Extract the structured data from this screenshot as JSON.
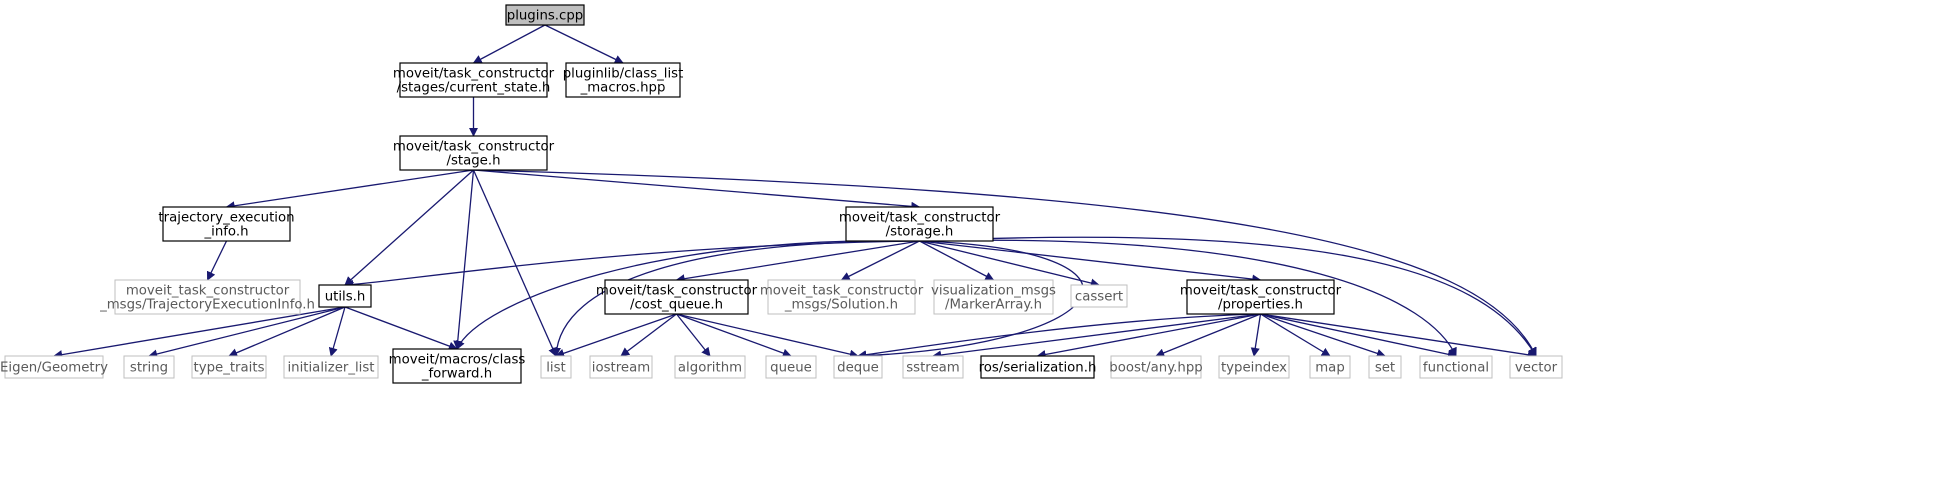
{
  "colors": {
    "edge": "#191970",
    "root_fill": "#bfbfbf",
    "local_border": "#000000",
    "system_border": "#bfbfbf",
    "system_text": "#5a5a5a"
  },
  "nodes": {
    "plugins_cpp": {
      "lines": [
        "plugins.cpp"
      ],
      "kind": "root"
    },
    "current_state": {
      "lines": [
        "moveit/task_constructor",
        "/stages/current_state.h"
      ],
      "kind": "local"
    },
    "class_list_macros": {
      "lines": [
        "pluginlib/class_list",
        "_macros.hpp"
      ],
      "kind": "local"
    },
    "stage_h": {
      "lines": [
        "moveit/task_constructor",
        "/stage.h"
      ],
      "kind": "local"
    },
    "trajectory_execution_info": {
      "lines": [
        "trajectory_execution",
        "_info.h"
      ],
      "kind": "local"
    },
    "storage_h": {
      "lines": [
        "moveit/task_constructor",
        "/storage.h"
      ],
      "kind": "local"
    },
    "msgs_trajectory": {
      "lines": [
        "moveit_task_constructor",
        "_msgs/TrajectoryExecutionInfo.h"
      ],
      "kind": "system"
    },
    "utils_h": {
      "lines": [
        "utils.h"
      ],
      "kind": "local"
    },
    "cost_queue": {
      "lines": [
        "moveit/task_constructor",
        "/cost_queue.h"
      ],
      "kind": "local"
    },
    "msgs_solution": {
      "lines": [
        "moveit_task_constructor",
        "_msgs/Solution.h"
      ],
      "kind": "system"
    },
    "marker_array": {
      "lines": [
        "visualization_msgs",
        "/MarkerArray.h"
      ],
      "kind": "system"
    },
    "cassert": {
      "lines": [
        "cassert"
      ],
      "kind": "system"
    },
    "properties_h": {
      "lines": [
        "moveit/task_constructor",
        "/properties.h"
      ],
      "kind": "local"
    },
    "eigen_geometry": {
      "lines": [
        "Eigen/Geometry"
      ],
      "kind": "system"
    },
    "string": {
      "lines": [
        "string"
      ],
      "kind": "system"
    },
    "type_traits": {
      "lines": [
        "type_traits"
      ],
      "kind": "system"
    },
    "initializer_list": {
      "lines": [
        "initializer_list"
      ],
      "kind": "system"
    },
    "class_forward": {
      "lines": [
        "moveit/macros/class",
        "_forward.h"
      ],
      "kind": "local"
    },
    "list": {
      "lines": [
        "list"
      ],
      "kind": "system"
    },
    "iostream": {
      "lines": [
        "iostream"
      ],
      "kind": "system"
    },
    "algorithm": {
      "lines": [
        "algorithm"
      ],
      "kind": "system"
    },
    "queue": {
      "lines": [
        "queue"
      ],
      "kind": "system"
    },
    "deque": {
      "lines": [
        "deque"
      ],
      "kind": "system"
    },
    "sstream": {
      "lines": [
        "sstream"
      ],
      "kind": "system"
    },
    "ros_serialization": {
      "lines": [
        "ros/serialization.h"
      ],
      "kind": "local"
    },
    "boost_any": {
      "lines": [
        "boost/any.hpp"
      ],
      "kind": "system"
    },
    "typeindex": {
      "lines": [
        "typeindex"
      ],
      "kind": "system"
    },
    "map": {
      "lines": [
        "map"
      ],
      "kind": "system"
    },
    "set": {
      "lines": [
        "set"
      ],
      "kind": "system"
    },
    "functional": {
      "lines": [
        "functional"
      ],
      "kind": "system"
    },
    "vector": {
      "lines": [
        "vector"
      ],
      "kind": "system"
    }
  },
  "edges": [
    [
      "plugins_cpp",
      "current_state"
    ],
    [
      "plugins_cpp",
      "class_list_macros"
    ],
    [
      "current_state",
      "stage_h"
    ],
    [
      "stage_h",
      "trajectory_execution_info"
    ],
    [
      "stage_h",
      "storage_h"
    ],
    [
      "stage_h",
      "utils_h"
    ],
    [
      "stage_h",
      "class_forward"
    ],
    [
      "stage_h",
      "list"
    ],
    [
      "stage_h",
      "vector"
    ],
    [
      "trajectory_execution_info",
      "msgs_trajectory"
    ],
    [
      "storage_h",
      "utils_h"
    ],
    [
      "storage_h",
      "cost_queue"
    ],
    [
      "storage_h",
      "msgs_solution"
    ],
    [
      "storage_h",
      "marker_array"
    ],
    [
      "storage_h",
      "cassert"
    ],
    [
      "storage_h",
      "properties_h"
    ],
    [
      "storage_h",
      "class_forward"
    ],
    [
      "storage_h",
      "list"
    ],
    [
      "storage_h",
      "deque"
    ],
    [
      "storage_h",
      "functional"
    ],
    [
      "storage_h",
      "vector"
    ],
    [
      "utils_h",
      "eigen_geometry"
    ],
    [
      "utils_h",
      "string"
    ],
    [
      "utils_h",
      "type_traits"
    ],
    [
      "utils_h",
      "initializer_list"
    ],
    [
      "utils_h",
      "class_forward"
    ],
    [
      "cost_queue",
      "list"
    ],
    [
      "cost_queue",
      "iostream"
    ],
    [
      "cost_queue",
      "algorithm"
    ],
    [
      "cost_queue",
      "queue"
    ],
    [
      "cost_queue",
      "deque"
    ],
    [
      "properties_h",
      "sstream"
    ],
    [
      "properties_h",
      "ros_serialization"
    ],
    [
      "properties_h",
      "boost_any"
    ],
    [
      "properties_h",
      "typeindex"
    ],
    [
      "properties_h",
      "map"
    ],
    [
      "properties_h",
      "set"
    ],
    [
      "properties_h",
      "functional"
    ],
    [
      "properties_h",
      "vector"
    ],
    [
      "properties_h",
      "deque"
    ]
  ]
}
